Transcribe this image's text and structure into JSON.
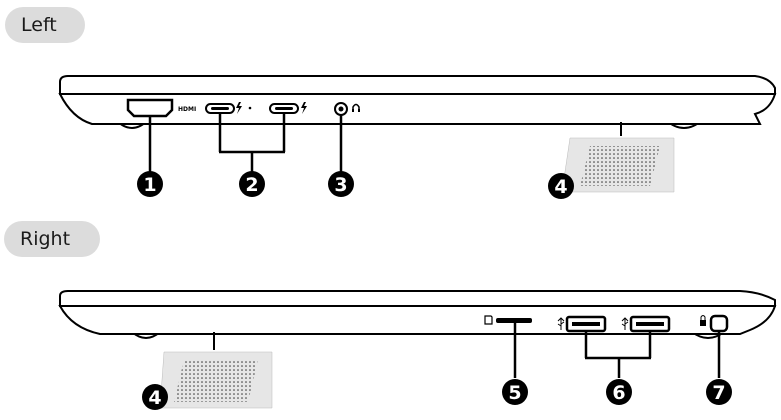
{
  "sections": {
    "left_title": "Left",
    "right_title": "Right"
  },
  "port_labels": {
    "hdmi": "HDMI"
  },
  "callouts": [
    "1",
    "2",
    "3",
    "4",
    "4",
    "5",
    "6",
    "7"
  ]
}
